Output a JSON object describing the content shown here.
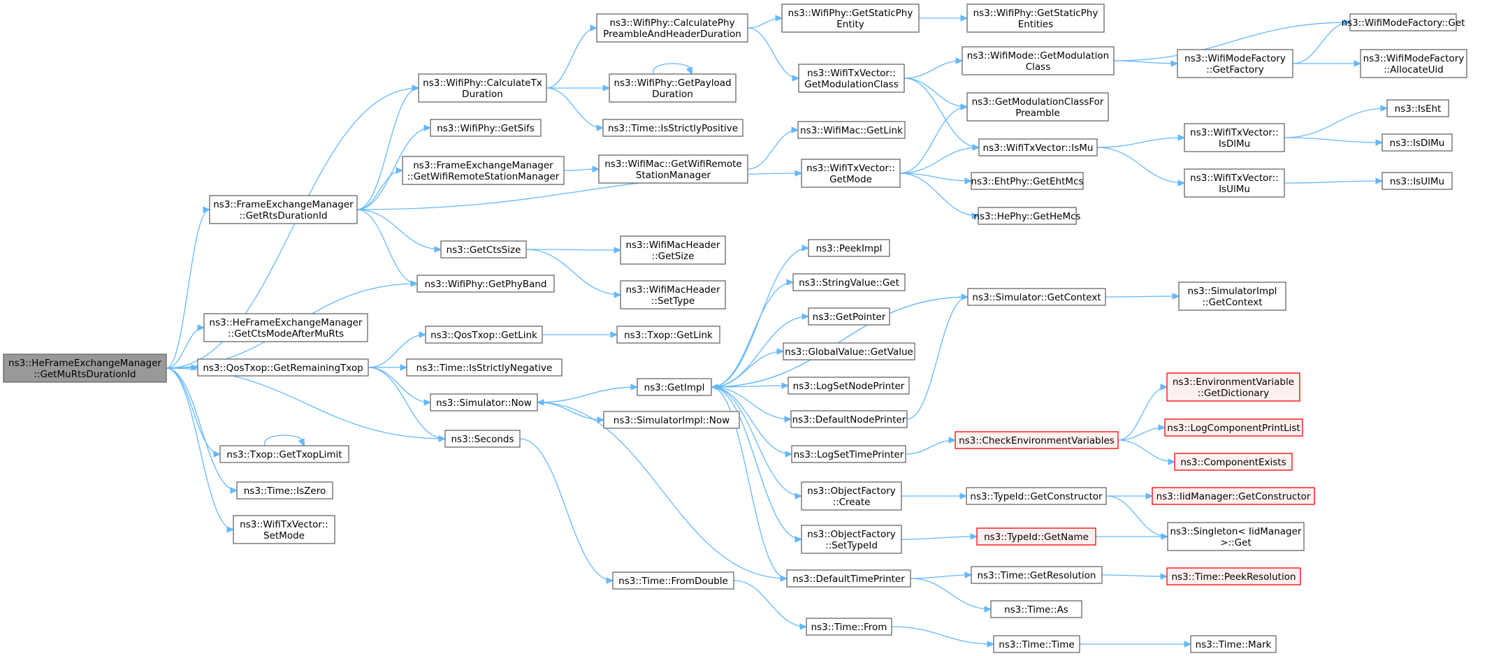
{
  "colors": {
    "edge": "#63b8ff",
    "node_fill": "#ffffff",
    "node_border": "#666666",
    "root_fill": "#999999",
    "root_border": "#666666",
    "truncated_fill": "#fff0f0",
    "truncated_border": "#ff0000"
  },
  "nodes": [
    {
      "id": "root",
      "lines": [
        "ns3::HeFrameExchangeManager",
        "::GetMuRtsDurationId"
      ],
      "style": "root"
    },
    {
      "id": "calcTx",
      "lines": [
        "ns3::WifiPhy::CalculateTx",
        "Duration"
      ]
    },
    {
      "id": "getRts",
      "lines": [
        "ns3::FrameExchangeManager",
        "::GetRtsDurationId"
      ]
    },
    {
      "id": "getPhyBand",
      "lines": [
        "ns3::WifiPhy::GetPhyBand"
      ]
    },
    {
      "id": "getCtsMode",
      "lines": [
        "ns3::HeFrameExchangeManager",
        "::GetCtsModeAfterMuRts"
      ]
    },
    {
      "id": "getRemTxop",
      "lines": [
        "ns3::QosTxop::GetRemainingTxop"
      ]
    },
    {
      "id": "seconds",
      "lines": [
        "ns3::Seconds"
      ]
    },
    {
      "id": "getTxopLimit",
      "lines": [
        "ns3::Txop::GetTxopLimit"
      ]
    },
    {
      "id": "isZero",
      "lines": [
        "ns3::Time::IsZero"
      ]
    },
    {
      "id": "setMode",
      "lines": [
        "ns3::WifiTxVector::",
        "SetMode"
      ]
    },
    {
      "id": "calcPhyPre",
      "lines": [
        "ns3::WifiPhy::CalculatePhy",
        "PreambleAndHeaderDuration"
      ]
    },
    {
      "id": "getPayload",
      "lines": [
        "ns3::WifiPhy::GetPayload",
        "Duration"
      ]
    },
    {
      "id": "isStrictPos",
      "lines": [
        "ns3::Time::IsStrictlyPositive"
      ]
    },
    {
      "id": "getSifs",
      "lines": [
        "ns3::WifiPhy::GetSifs"
      ]
    },
    {
      "id": "fem_getRSM",
      "lines": [
        "ns3::FrameExchangeManager",
        "::GetWifiRemoteStationManager"
      ]
    },
    {
      "id": "getCtsSize",
      "lines": [
        "ns3::GetCtsSize"
      ]
    },
    {
      "id": "qos_getLink",
      "lines": [
        "ns3::QosTxop::GetLink"
      ]
    },
    {
      "id": "isStrictNeg",
      "lines": [
        "ns3::Time::IsStrictlyNegative"
      ]
    },
    {
      "id": "simNow",
      "lines": [
        "ns3::Simulator::Now"
      ]
    },
    {
      "id": "getStaticPhy",
      "lines": [
        "ns3::WifiPhy::GetStaticPhy",
        "Entity"
      ]
    },
    {
      "id": "getStaticPhyEnt",
      "lines": [
        "ns3::WifiPhy::GetStaticPhy",
        "Entities"
      ]
    },
    {
      "id": "getModClass",
      "lines": [
        "ns3::WifiTxVector::",
        "GetModulationClass"
      ]
    },
    {
      "id": "wm_getModClass",
      "lines": [
        "ns3::WifiMode::GetModulation",
        "Class"
      ]
    },
    {
      "id": "wmfGet",
      "lines": [
        "ns3::WifiModeFactory::Get"
      ]
    },
    {
      "id": "wmfGetFactory",
      "lines": [
        "ns3::WifiModeFactory",
        "::GetFactory"
      ]
    },
    {
      "id": "allocUid",
      "lines": [
        "ns3::WifiModeFactory",
        "::AllocateUid"
      ]
    },
    {
      "id": "getModClassForPre",
      "lines": [
        "ns3::GetModulationClassFor",
        "Preamble"
      ]
    },
    {
      "id": "mac_getRSM",
      "lines": [
        "ns3::WifiMac::GetWifiRemote",
        "StationManager"
      ]
    },
    {
      "id": "mac_getLink",
      "lines": [
        "ns3::WifiMac::GetLink"
      ]
    },
    {
      "id": "getMode",
      "lines": [
        "ns3::WifiTxVector::",
        "GetMode"
      ]
    },
    {
      "id": "isMu",
      "lines": [
        "ns3::WifiTxVector::IsMu"
      ]
    },
    {
      "id": "ehtMcs",
      "lines": [
        "ns3::EhtPhy::GetEhtMcs"
      ]
    },
    {
      "id": "heMcs",
      "lines": [
        "ns3::HePhy::GetHeMcs"
      ]
    },
    {
      "id": "isDlMuTx",
      "lines": [
        "ns3::WifiTxVector::",
        "IsDlMu"
      ]
    },
    {
      "id": "isUlMuTx",
      "lines": [
        "ns3::WifiTxVector::",
        "IsUlMu"
      ]
    },
    {
      "id": "isEht",
      "lines": [
        "ns3::IsEht"
      ]
    },
    {
      "id": "isDlMu",
      "lines": [
        "ns3::IsDlMu"
      ]
    },
    {
      "id": "isUlMu",
      "lines": [
        "ns3::IsUlMu"
      ]
    },
    {
      "id": "macHdrGetSize",
      "lines": [
        "ns3::WifiMacHeader",
        "::GetSize"
      ]
    },
    {
      "id": "macHdrSetType",
      "lines": [
        "ns3::WifiMacHeader",
        "::SetType"
      ]
    },
    {
      "id": "txopGetLink",
      "lines": [
        "ns3::Txop::GetLink"
      ]
    },
    {
      "id": "getImpl",
      "lines": [
        "ns3::GetImpl"
      ]
    },
    {
      "id": "simImplNow",
      "lines": [
        "ns3::SimulatorImpl::Now"
      ]
    },
    {
      "id": "fromDouble",
      "lines": [
        "ns3::Time::FromDouble"
      ]
    },
    {
      "id": "peekImpl",
      "lines": [
        "ns3::PeekImpl"
      ]
    },
    {
      "id": "stringValueGet",
      "lines": [
        "ns3::StringValue::Get"
      ]
    },
    {
      "id": "getPointer",
      "lines": [
        "ns3::GetPointer"
      ]
    },
    {
      "id": "globalValueGet",
      "lines": [
        "ns3::GlobalValue::GetValue"
      ]
    },
    {
      "id": "logSetNode",
      "lines": [
        "ns3::LogSetNodePrinter"
      ]
    },
    {
      "id": "defNodePrinter",
      "lines": [
        "ns3::DefaultNodePrinter"
      ]
    },
    {
      "id": "logSetTime",
      "lines": [
        "ns3::LogSetTimePrinter"
      ]
    },
    {
      "id": "objFactCreate",
      "lines": [
        "ns3::ObjectFactory",
        "::Create"
      ]
    },
    {
      "id": "objFactSetType",
      "lines": [
        "ns3::ObjectFactory",
        "::SetTypeId"
      ]
    },
    {
      "id": "defTimePrinter",
      "lines": [
        "ns3::DefaultTimePrinter"
      ]
    },
    {
      "id": "timeFrom",
      "lines": [
        "ns3::Time::From"
      ]
    },
    {
      "id": "simGetContext",
      "lines": [
        "ns3::Simulator::GetContext"
      ]
    },
    {
      "id": "simImplGetContext",
      "lines": [
        "ns3::SimulatorImpl",
        "::GetContext"
      ]
    },
    {
      "id": "checkEnv",
      "lines": [
        "ns3::CheckEnvironmentVariables"
      ],
      "style": "truncated"
    },
    {
      "id": "envVarGetDict",
      "lines": [
        "ns3::EnvironmentVariable",
        "::GetDictionary"
      ],
      "style": "truncated"
    },
    {
      "id": "logCompPrintList",
      "lines": [
        "ns3::LogComponentPrintList"
      ],
      "style": "truncated"
    },
    {
      "id": "compExists",
      "lines": [
        "ns3::ComponentExists"
      ],
      "style": "truncated"
    },
    {
      "id": "typeIdGetCtor",
      "lines": [
        "ns3::TypeId::GetConstructor"
      ]
    },
    {
      "id": "iidGetCtor",
      "lines": [
        "ns3::IidManager::GetConstructor"
      ],
      "style": "truncated"
    },
    {
      "id": "typeIdGetName",
      "lines": [
        "ns3::TypeId::GetName"
      ],
      "style": "truncated"
    },
    {
      "id": "singletonGet",
      "lines": [
        "ns3::Singleton< IidManager",
        " >::Get"
      ]
    },
    {
      "id": "timeGetRes",
      "lines": [
        "ns3::Time::GetResolution"
      ]
    },
    {
      "id": "peekRes",
      "lines": [
        "ns3::Time::PeekResolution"
      ],
      "style": "truncated"
    },
    {
      "id": "timeAs",
      "lines": [
        "ns3::Time::As"
      ]
    },
    {
      "id": "timeTime",
      "lines": [
        "ns3::Time::Time"
      ]
    },
    {
      "id": "timeMark",
      "lines": [
        "ns3::Time::Mark"
      ]
    }
  ]
}
